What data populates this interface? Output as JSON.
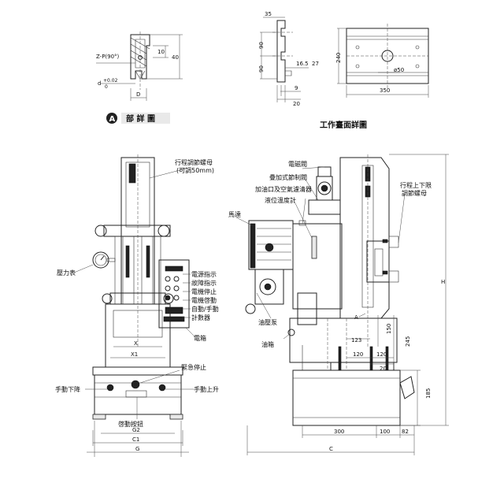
{
  "detail_a": {
    "title_letter": "A",
    "title": "部 詳 圖",
    "thread_label": "Z-P(90°)",
    "dim_10": "10",
    "dim_40": "40",
    "dim_d": "d",
    "tolerance": "+0.02",
    "tolerance2": "0",
    "dim_D": "D"
  },
  "table_detail": {
    "title": "工作臺面詳圖",
    "dim_35": "35",
    "dim_90a": "90",
    "dim_90b": "90",
    "dim_16_5": "16.5",
    "dim_27": "27",
    "dim_9": "9",
    "dim_20": "20",
    "dim_240": "240",
    "dim_hole": "ø50",
    "dim_350": "350"
  },
  "front_view": {
    "stroke_nut": "行程調節螺母",
    "stroke_nut_range": "(可調50mm)",
    "pressure_gauge": "壓力表",
    "power_light": "電源指示",
    "fault_light": "故障指示",
    "motor_stop": "電機停止",
    "motor_start": "電機啓動",
    "auto_manual": "自動/手動",
    "counter": "計數器",
    "electric_box": "電箱",
    "emergency_stop": "緊急停止",
    "manual_down": "手動下降",
    "manual_up": "手動上升",
    "two_hand_button": "啓動按鈕",
    "dim_X": "X",
    "dim_X1": "X1",
    "dim_G2": "G2",
    "dim_C1": "C1",
    "dim_G": "G"
  },
  "side_view": {
    "solenoid_valve": "電磁閥",
    "relief_valve": "疊加式節制閥",
    "oil_filler": "加油口及空氣濾清器",
    "level_gauge": "液位溫度計",
    "motor": "馬達",
    "oil_pump": "油壓泵",
    "oil_tank": "油箱",
    "stroke_limit_nut_1": "行程上下限",
    "stroke_limit_nut_2": "調節螺母",
    "mark_A": "A",
    "dim_123": "123",
    "dim_150": "150",
    "dim_245": "245",
    "dim_120a": "120",
    "dim_120b": "120",
    "dim_20": "20",
    "dim_185": "185",
    "dim_300": "300",
    "dim_100": "100",
    "dim_82": "82",
    "dim_C": "C",
    "dim_H": "H"
  }
}
